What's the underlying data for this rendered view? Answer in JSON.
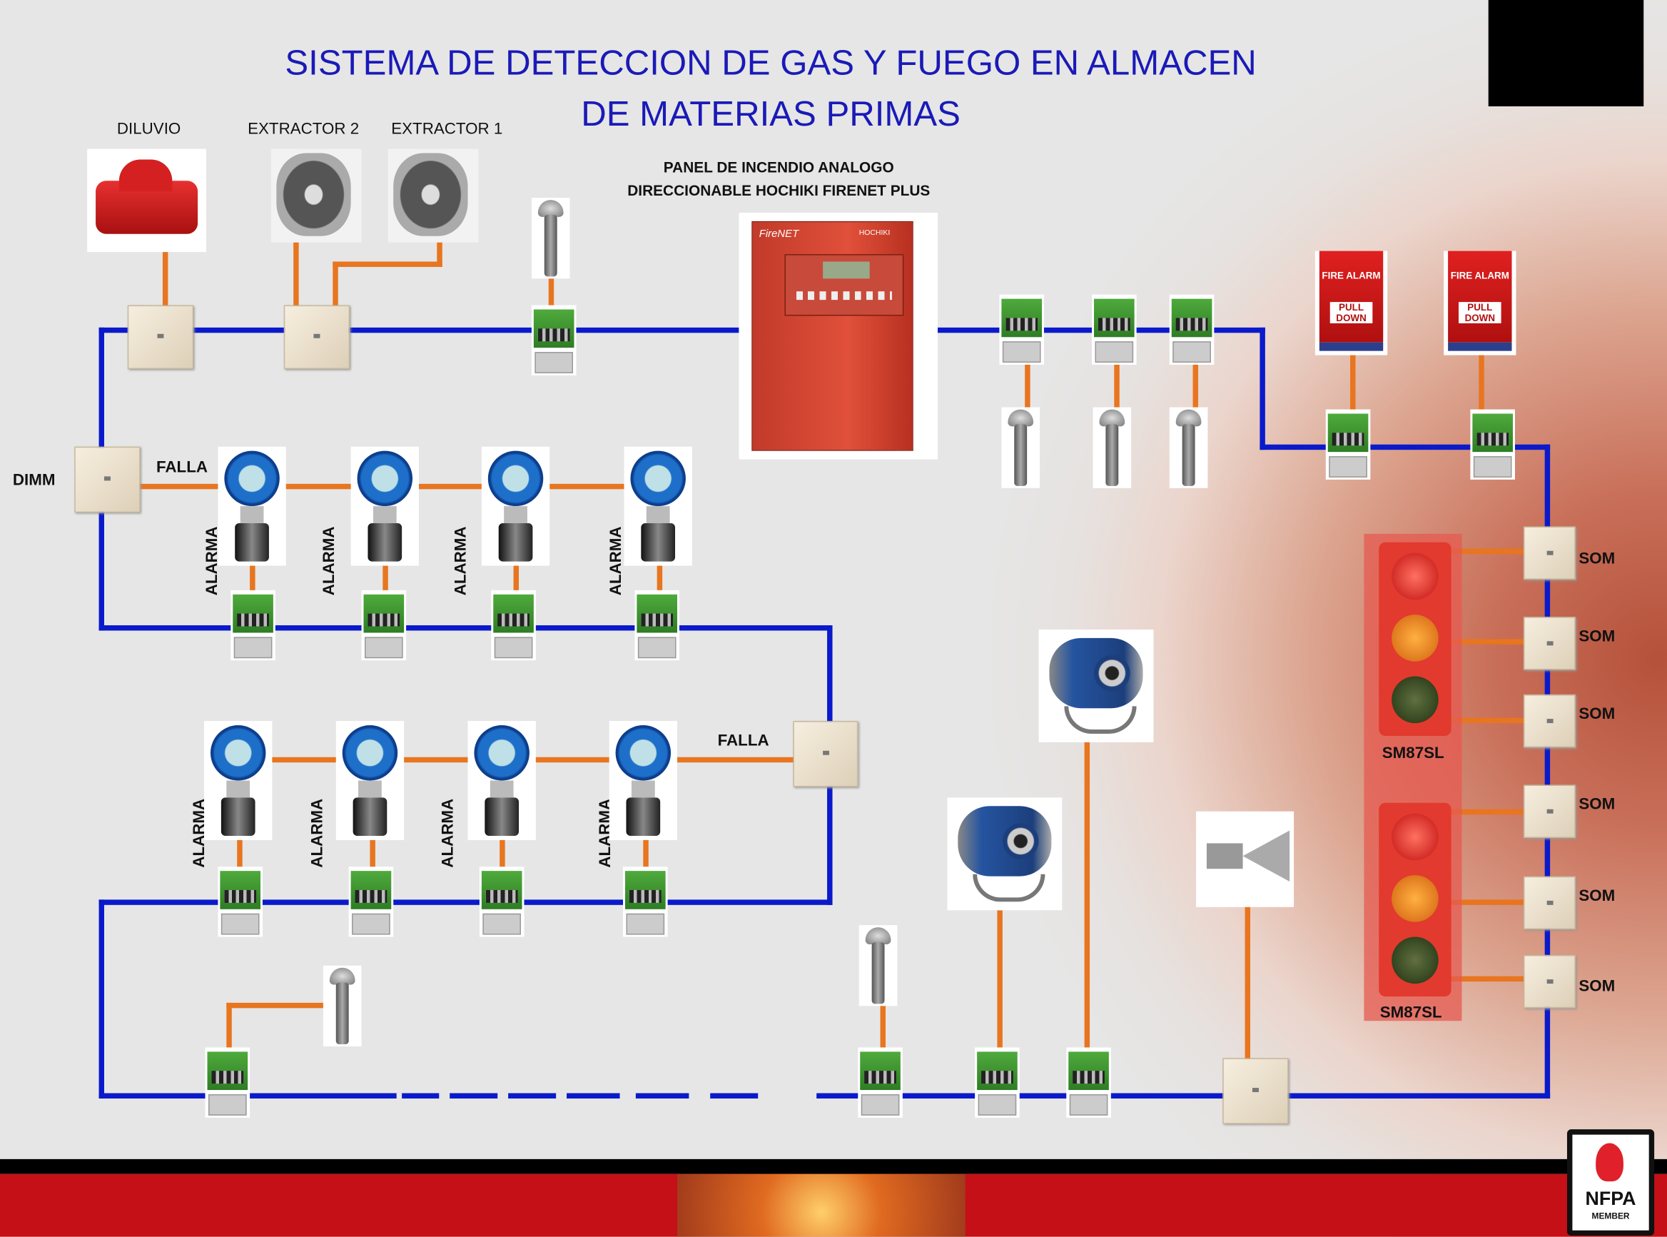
{
  "title": {
    "line1": "SISTEMA DE DETECCION DE GAS Y FUEGO EN ALMACEN",
    "line2": "DE MATERIAS PRIMAS"
  },
  "labels": {
    "diluvio": "DILUVIO",
    "extractor2": "EXTRACTOR 2",
    "extractor1": "EXTRACTOR 1",
    "dimm": "DIMM",
    "falla": "FALLA",
    "alarma": "ALARMA",
    "som": "SOM",
    "sm87sl": "SM87SL"
  },
  "panel": {
    "label1": "PANEL DE  INCENDIO  ANALOGO",
    "label2": "DIRECCIONABLE HOCHIKI FIRENET PLUS",
    "brand": "FireNET",
    "maker": "HOCHIKI"
  },
  "pull_station": {
    "top": "FIRE ALARM",
    "bottom": "PULL DOWN"
  },
  "logo": {
    "name": "NFPA",
    "sub": "MEMBER"
  },
  "colors": {
    "loop": "#0a1acb",
    "branch": "#e8751f",
    "title": "#1a1ab8"
  }
}
